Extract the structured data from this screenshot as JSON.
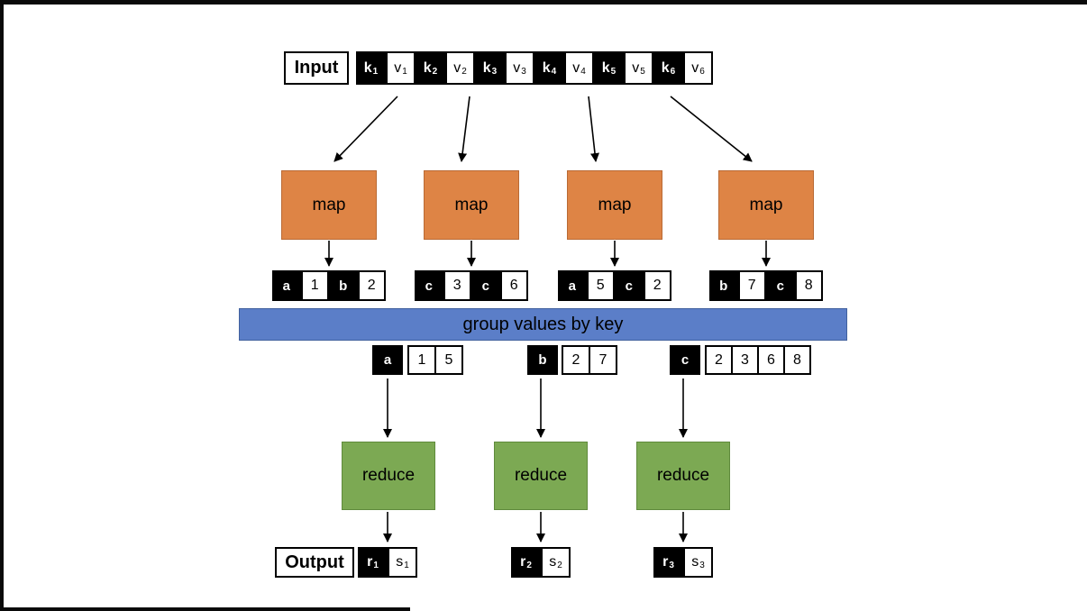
{
  "colors": {
    "map_box": "#DE8445",
    "map_box_border": "#B96A35",
    "reduce_box": "#7CA953",
    "reduce_box_border": "#5F8A3C",
    "group_bar": "#5B7EC8",
    "key_cell_bg": "#000000",
    "cell_border": "#000000",
    "arrow": "#000000"
  },
  "input": {
    "label": "Input",
    "cells": [
      {
        "base": "k",
        "sub": "1"
      },
      {
        "base": "v",
        "sub": "1"
      },
      {
        "base": "k",
        "sub": "2"
      },
      {
        "base": "v",
        "sub": "2"
      },
      {
        "base": "k",
        "sub": "3"
      },
      {
        "base": "v",
        "sub": "3"
      },
      {
        "base": "k",
        "sub": "4"
      },
      {
        "base": "v",
        "sub": "4"
      },
      {
        "base": "k",
        "sub": "5"
      },
      {
        "base": "v",
        "sub": "5"
      },
      {
        "base": "k",
        "sub": "6"
      },
      {
        "base": "v",
        "sub": "6"
      }
    ]
  },
  "map": {
    "label": "map"
  },
  "map_outputs": [
    {
      "cells": [
        {
          "text": "a"
        },
        {
          "text": "1"
        },
        {
          "text": "b"
        },
        {
          "text": "2"
        }
      ]
    },
    {
      "cells": [
        {
          "text": "c"
        },
        {
          "text": "3"
        },
        {
          "text": "c"
        },
        {
          "text": "6"
        }
      ]
    },
    {
      "cells": [
        {
          "text": "a"
        },
        {
          "text": "5"
        },
        {
          "text": "c"
        },
        {
          "text": "2"
        }
      ]
    },
    {
      "cells": [
        {
          "text": "b"
        },
        {
          "text": "7"
        },
        {
          "text": "c"
        },
        {
          "text": "8"
        }
      ]
    }
  ],
  "group_bar": {
    "label": "group values by key"
  },
  "groups": [
    {
      "key": "a",
      "values": [
        "1",
        "5"
      ]
    },
    {
      "key": "b",
      "values": [
        "2",
        "7"
      ]
    },
    {
      "key": "c",
      "values": [
        "2",
        "3",
        "6",
        "8"
      ]
    }
  ],
  "reduce": {
    "label": "reduce"
  },
  "output": {
    "label": "Output",
    "pairs": [
      {
        "key": {
          "base": "r",
          "sub": "1"
        },
        "value": {
          "base": "s",
          "sub": "1"
        }
      },
      {
        "key": {
          "base": "r",
          "sub": "2"
        },
        "value": {
          "base": "s",
          "sub": "2"
        }
      },
      {
        "key": {
          "base": "r",
          "sub": "3"
        },
        "value": {
          "base": "s",
          "sub": "3"
        }
      }
    ]
  }
}
